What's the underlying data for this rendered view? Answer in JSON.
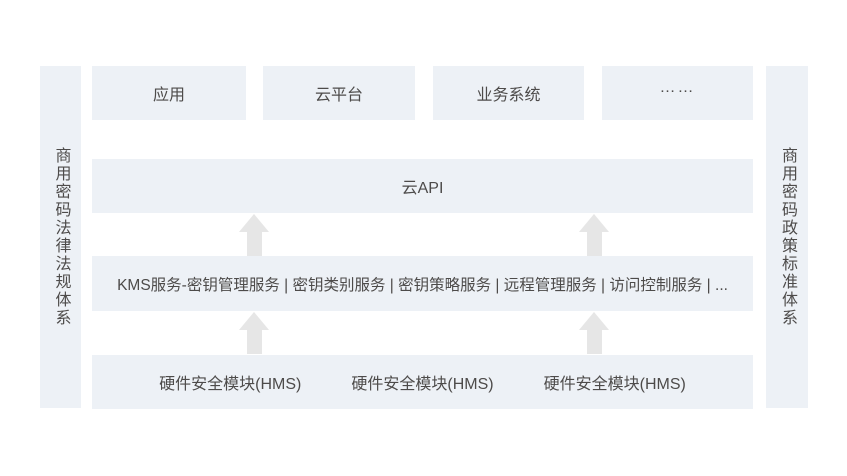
{
  "colors": {
    "box_bg": "#edf1f6",
    "arrow": "#e6e6e6",
    "text": "#4d4b4a",
    "page_bg": "#ffffff"
  },
  "left_bar": {
    "label": "商用密码法律法规体系"
  },
  "right_bar": {
    "label": "商用密码政策标准体系"
  },
  "top_row": {
    "items": [
      {
        "label": "应用"
      },
      {
        "label": "云平台"
      },
      {
        "label": "业务系统"
      },
      {
        "label": "……"
      }
    ]
  },
  "api_layer": {
    "label": "云API"
  },
  "kms_layer": {
    "label": "KMS服务-密钥管理服务 | 密钥类别服务 | 密钥策略服务 | 远程管理服务 | 访问控制服务 | ..."
  },
  "hms_layer": {
    "items": [
      {
        "label": "硬件安全模块(HMS)"
      },
      {
        "label": "硬件安全模块(HMS)"
      },
      {
        "label": "硬件安全模块(HMS)"
      }
    ]
  }
}
